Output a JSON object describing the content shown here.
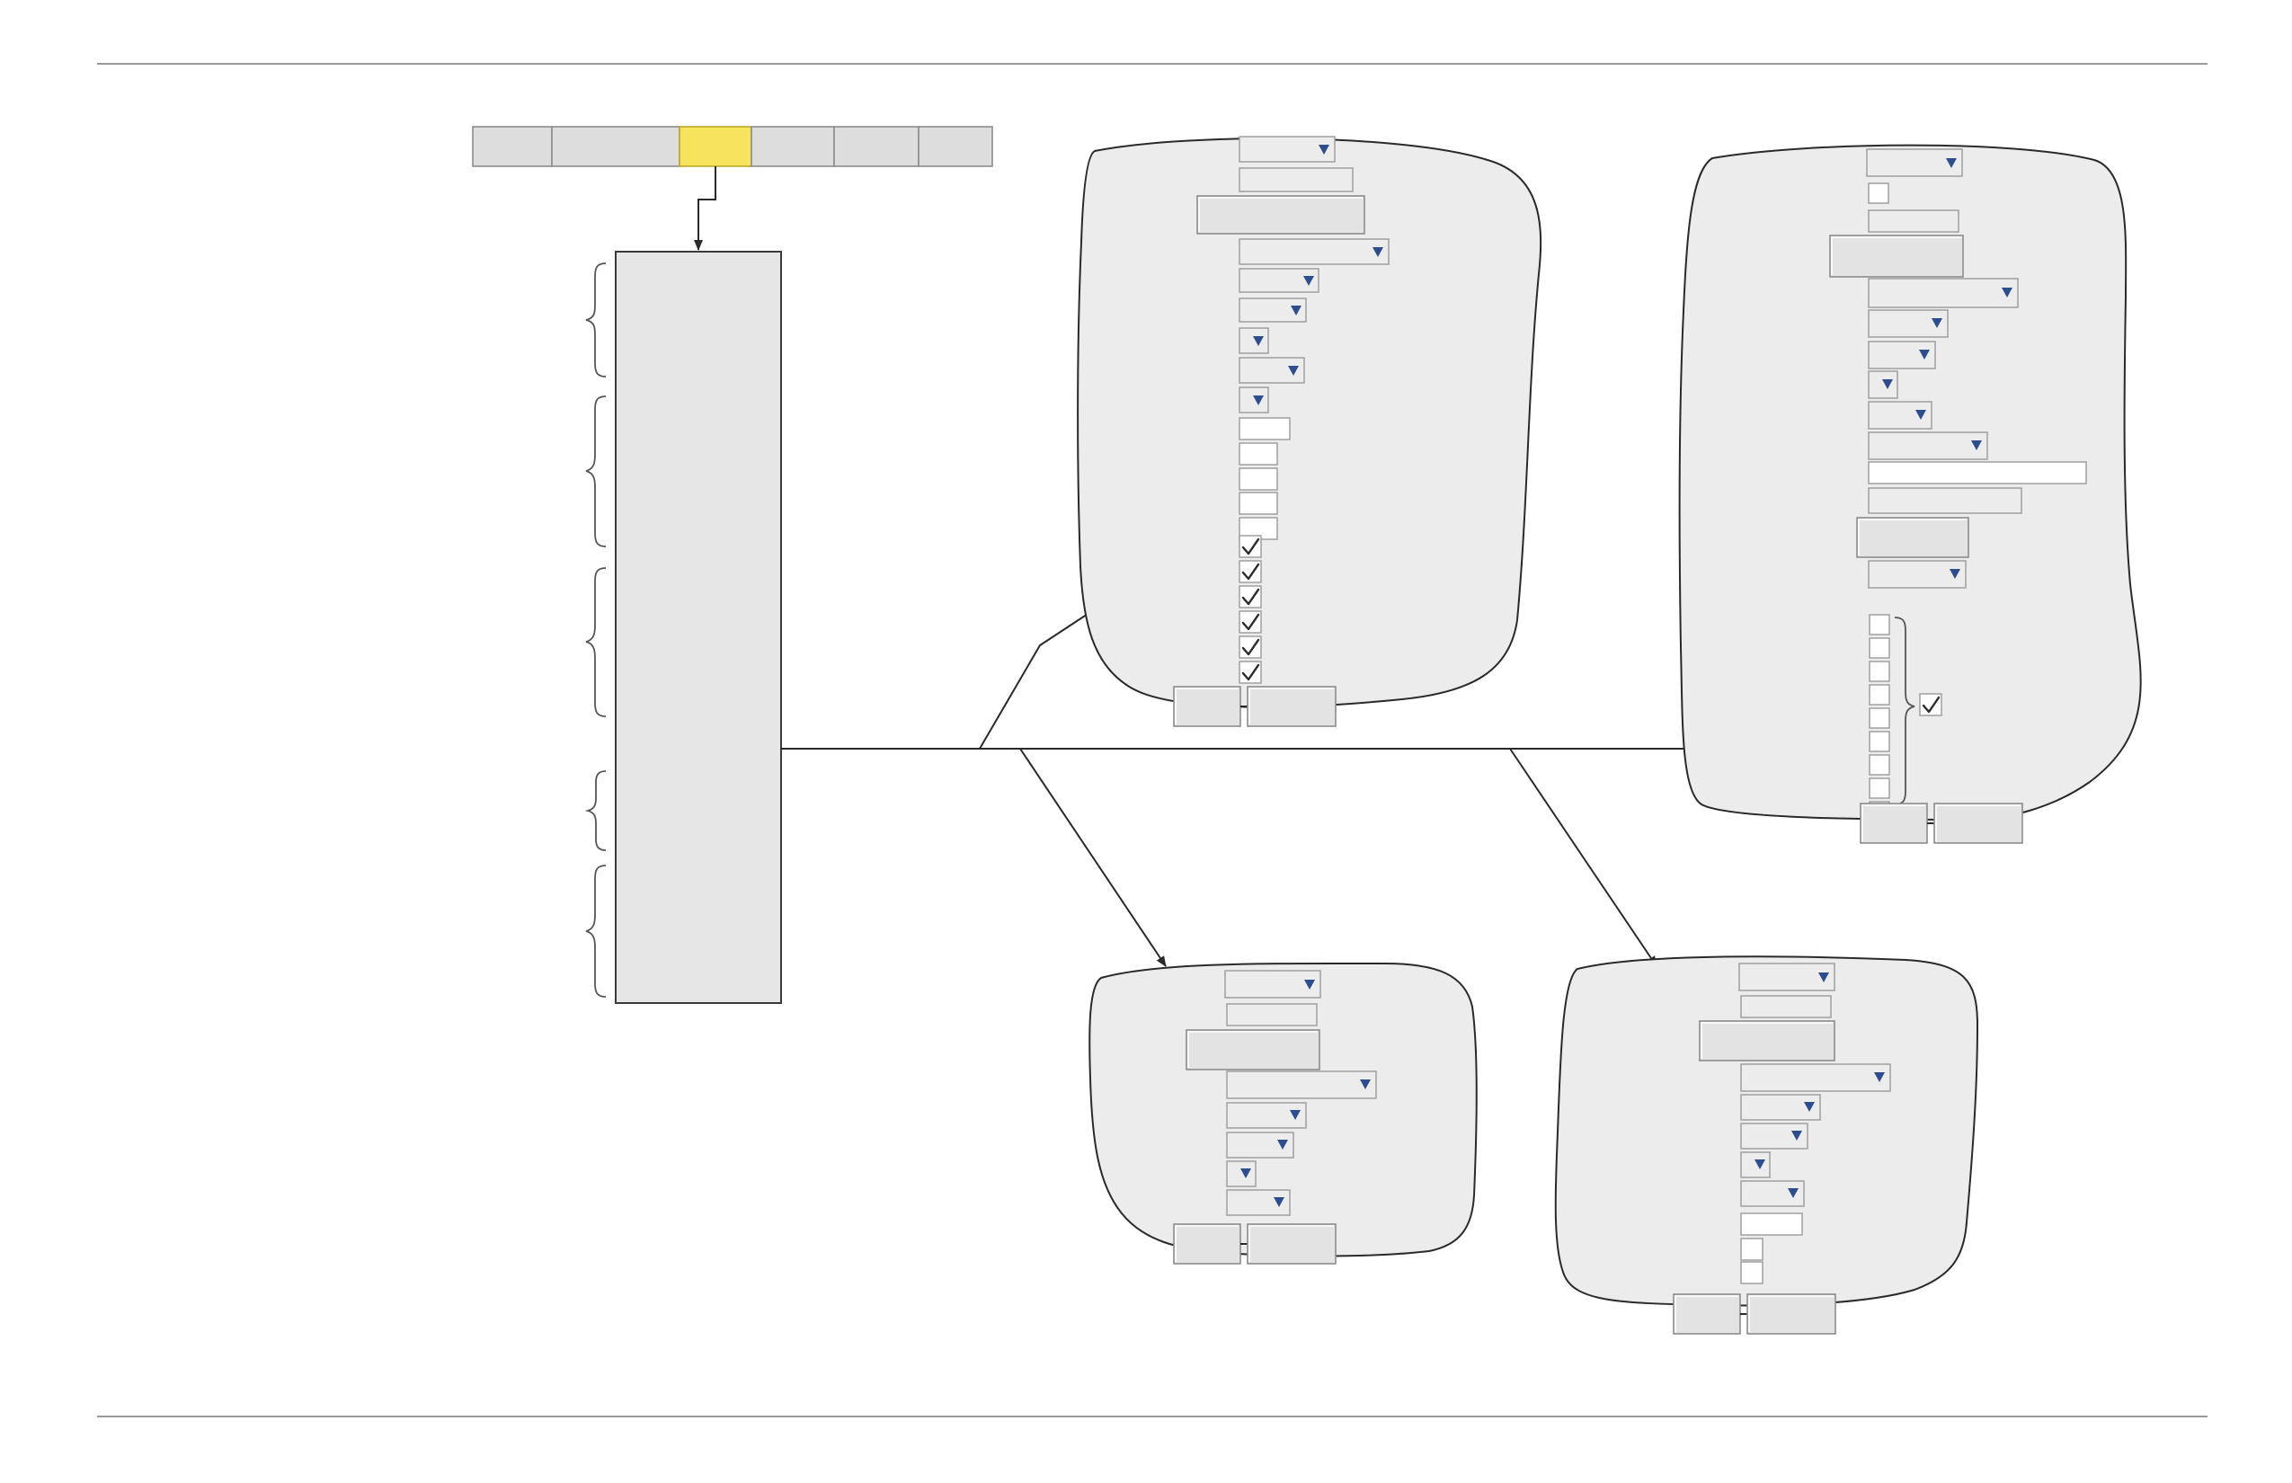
{
  "diagram": {
    "tab_bar": {
      "tabs": [
        {
          "label": "",
          "active": false
        },
        {
          "label": "",
          "active": false
        },
        {
          "label": "",
          "active": true
        },
        {
          "label": "",
          "active": false
        },
        {
          "label": "",
          "active": false
        },
        {
          "label": "",
          "active": false
        }
      ],
      "active_color": "#f7e35e"
    },
    "menu_panel": {
      "label": ""
    },
    "colors": {
      "panel_fill": "#ececec",
      "dropdown_arrow": "#2e4d8c",
      "outline": "#2a2a2a"
    },
    "dialogs": [
      {
        "name": "dialog-a",
        "controls": [
          "dropdown",
          "text-field",
          "button",
          "dropdown",
          "dropdown",
          "dropdown",
          "dropdown",
          "dropdown",
          "dropdown",
          "text-field",
          "text-field",
          "text-field",
          "text-field",
          "text-field",
          "text-field",
          "checkbox-checked",
          "checkbox-checked",
          "checkbox-checked",
          "checkbox-checked",
          "checkbox-checked",
          "checkbox-checked"
        ],
        "buttons": [
          "",
          ""
        ]
      },
      {
        "name": "dialog-b",
        "controls": [
          "dropdown",
          "checkbox",
          "text-field",
          "button",
          "dropdown",
          "dropdown",
          "dropdown",
          "dropdown",
          "dropdown",
          "dropdown",
          "text-field",
          "text-field",
          "button",
          "dropdown",
          "checkbox-group"
        ],
        "checkbox_group_count": 9,
        "checkbox_group_checked": true,
        "buttons": [
          "",
          ""
        ]
      },
      {
        "name": "dialog-c",
        "controls": [
          "dropdown",
          "text-field",
          "button",
          "dropdown",
          "dropdown",
          "dropdown",
          "dropdown",
          "dropdown"
        ],
        "buttons": [
          "",
          ""
        ]
      },
      {
        "name": "dialog-d",
        "controls": [
          "dropdown",
          "text-field",
          "button",
          "dropdown",
          "dropdown",
          "dropdown",
          "dropdown",
          "dropdown",
          "text-field",
          "text-field",
          "text-field"
        ],
        "buttons": [
          "",
          ""
        ]
      }
    ]
  }
}
